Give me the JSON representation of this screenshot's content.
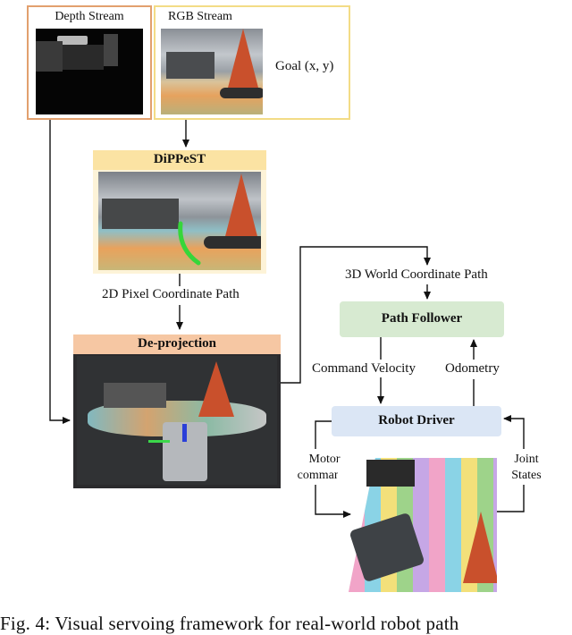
{
  "depth_stream": {
    "label": "Depth Stream",
    "border_color": "#e2a06e"
  },
  "rgb_stream": {
    "label": "RGB Stream",
    "goal_label": "Goal (x, y)",
    "border_color": "#f3dc86"
  },
  "dippest": {
    "title": "DiPPeST",
    "header_color": "#fbe3a3",
    "bg_color": "#fdf3d8"
  },
  "path_2d_label": "2D Pixel Coordinate Path",
  "deprojection": {
    "title": "De-projection",
    "header_color": "#f6c7a3"
  },
  "path_3d_label": "3D World Coordinate Path",
  "path_follower": {
    "label": "Path Follower",
    "fill_color": "#d7ead1"
  },
  "command_velocity_label": "Command Velocity",
  "odometry_label": "Odometry",
  "robot_driver": {
    "label": "Robot Driver",
    "fill_color": "#dbe6f5"
  },
  "motor_commands_label": "Motor\ncommands",
  "joint_states_label": "Joint\nStates",
  "caption": "Fig. 4: Visual servoing framework for real-world robot path"
}
